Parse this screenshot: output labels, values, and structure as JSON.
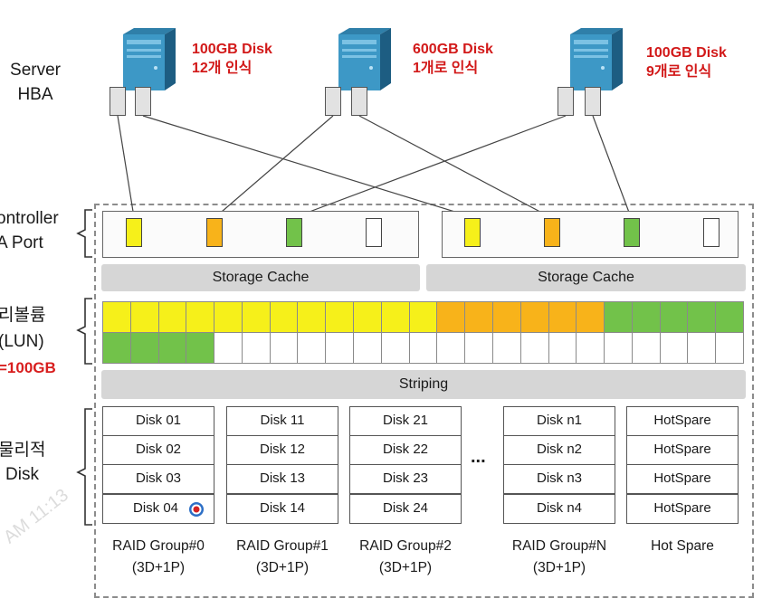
{
  "left_labels": {
    "server": "Server",
    "hba": "HBA",
    "controller": "ontroller",
    "port": "A Port",
    "volume": "리볼륨",
    "lun": "(LUN)",
    "size": "=100GB",
    "physical": "물리적",
    "disk": "Disk"
  },
  "servers": [
    {
      "line1": "100GB Disk",
      "line2": "12개 인식"
    },
    {
      "line1": "600GB  Disk",
      "line2": "1개로 인식"
    },
    {
      "line1": "100GB Disk",
      "line2": "9개로 인식"
    }
  ],
  "storage_cache": [
    "Storage Cache",
    "Storage Cache"
  ],
  "striping": "Striping",
  "ellipsis": "...",
  "watermark": "AM 11:13",
  "colors": {
    "yellow": "#f6f01a",
    "orange": "#f8b31a",
    "green": "#72c24a",
    "white": "#ffffff"
  },
  "lun_row1": [
    "yellow",
    "yellow",
    "yellow",
    "yellow",
    "yellow",
    "yellow",
    "yellow",
    "yellow",
    "yellow",
    "yellow",
    "yellow",
    "yellow",
    "orange",
    "orange",
    "orange",
    "orange",
    "orange",
    "orange",
    "green",
    "green",
    "green",
    "green",
    "green"
  ],
  "lun_row2": [
    "green",
    "green",
    "green",
    "green",
    "white",
    "white",
    "white",
    "white",
    "white",
    "white",
    "white",
    "white",
    "white",
    "white",
    "white",
    "white",
    "white",
    "white",
    "white",
    "white",
    "white",
    "white",
    "white"
  ],
  "raid_groups": [
    {
      "disks": [
        "Disk 01",
        "Disk 02",
        "Disk 03",
        "Disk 04"
      ],
      "name": "RAID Group#0",
      "config": "(3D+1P)"
    },
    {
      "disks": [
        "Disk 11",
        "Disk 12",
        "Disk 13",
        "Disk 14"
      ],
      "name": "RAID Group#1",
      "config": "(3D+1P)"
    },
    {
      "disks": [
        "Disk 21",
        "Disk 22",
        "Disk 23",
        "Disk 24"
      ],
      "name": "RAID Group#2",
      "config": "(3D+1P)"
    },
    {
      "disks": [
        "Disk n1",
        "Disk n2",
        "Disk n3",
        "Disk n4"
      ],
      "name": "RAID Group#N",
      "config": "(3D+1P)"
    },
    {
      "disks": [
        "HotSpare",
        "HotSpare",
        "HotSpare",
        "HotSpare"
      ],
      "name": "Hot Spare",
      "config": ""
    }
  ]
}
